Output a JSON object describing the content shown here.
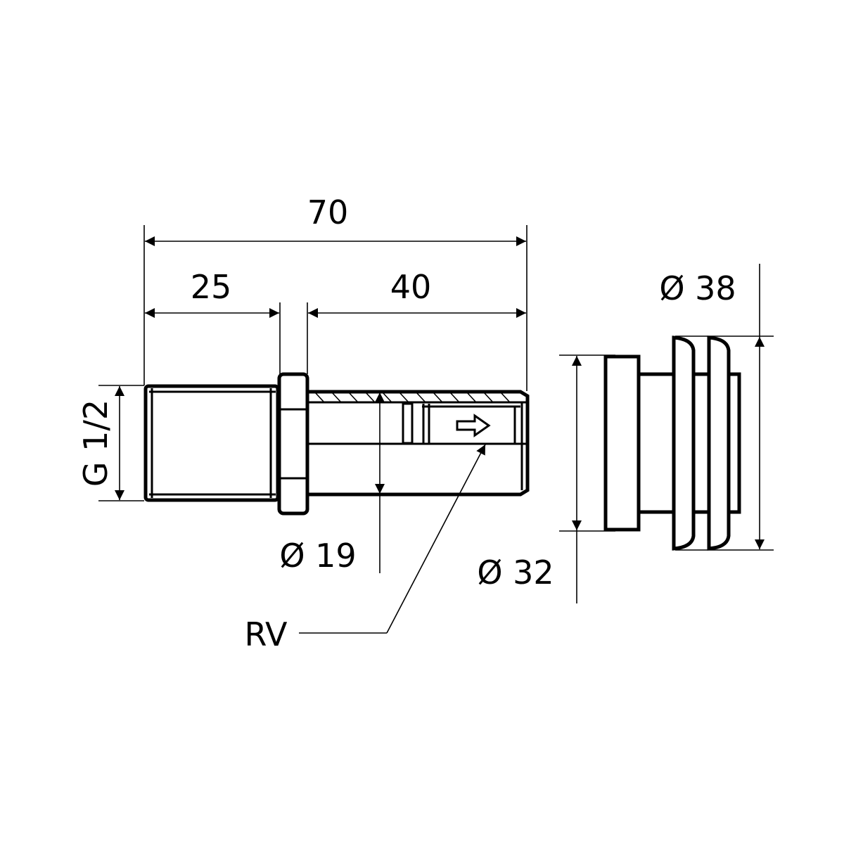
{
  "title": "Fitting dimension drawing",
  "dimensions": {
    "overall_length": "70",
    "thread_length": "25",
    "body_length": "40",
    "thread": "G 1/2",
    "inner_diameter": "Ø 19",
    "rosette_inner_diameter": "Ø 32",
    "rosette_outer_diameter": "Ø 38"
  },
  "labels": {
    "check_valve": "RV"
  },
  "colors": {
    "line": "#000000",
    "background": "#ffffff"
  }
}
